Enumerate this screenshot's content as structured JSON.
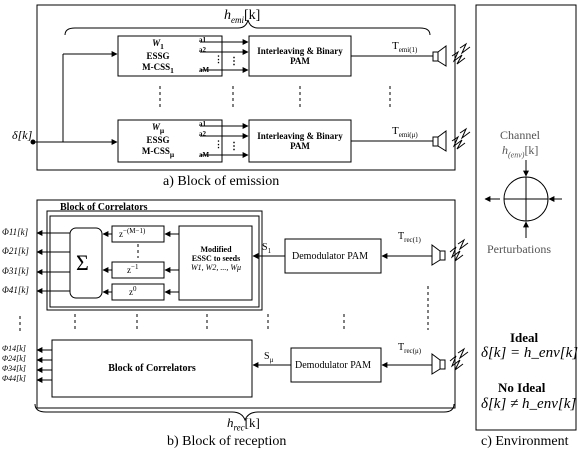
{
  "emission": {
    "h_emi_label": "h",
    "h_emi_sub": "emi",
    "h_emi_arg": "[k]",
    "input_label": "δ[k]",
    "essg_top": {
      "w": "W",
      "w_sub": "1",
      "line2": "ESSG",
      "line3": "M-CSS",
      "line3_sub": "1"
    },
    "essg_bot": {
      "w": "W",
      "w_sub": "μ",
      "line2": "ESSG",
      "line3": "M-CSS",
      "line3_sub": "μ"
    },
    "a_labels": [
      "a1",
      "a2",
      "aM"
    ],
    "interleave_top": "Interleaving & Binary PAM",
    "interleave_bot": "Interleaving & Binary PAM",
    "t_emi_1": "T",
    "t_emi_1_sub": "emi(1)",
    "t_emi_mu": "T",
    "t_emi_mu_sub": "emi(μ)",
    "caption": "a) Block of emission"
  },
  "reception": {
    "block_title": "Block of Correlators",
    "sigma": "Σ",
    "delays": [
      "z^-(M-1)",
      "z^-1",
      "z^0"
    ],
    "modified_line1": "Modified",
    "modified_line2": "ESSC to seeds",
    "modified_line3": "W1, W2, ..., Wμ",
    "s1": "S",
    "s1_sub": "1",
    "smu": "S",
    "smu_sub": "μ",
    "demod_top": "Demodulator PAM",
    "demod_bot": "Demodulator PAM",
    "block_bottom": "Block of Correlators",
    "t_rec_1": "T",
    "t_rec_1_sub": "rec(1)",
    "t_rec_mu": "T",
    "t_rec_mu_sub": "rec(μ)",
    "phi_top": [
      "Φ11[k]",
      "Φ21[k]",
      "Φ31[k]",
      "Φ41[k]"
    ],
    "phi_bot": [
      "Φ14[k]",
      "Φ24[k]",
      "Φ34[k]",
      "Φ44[k]"
    ],
    "h_rec_label": "h",
    "h_rec_sub": "rec",
    "h_rec_arg": "[k]",
    "caption": "b) Block of reception"
  },
  "environment": {
    "channel": "Channel",
    "channel_h": "h",
    "channel_h_sub": "(env)",
    "channel_h_arg": "[k]",
    "perturbations": "Perturbations",
    "ideal": "Ideal",
    "ideal_eq": "δ[k] = h_env[k]",
    "no_ideal": "No Ideal",
    "no_ideal_eq": "δ[k] ≠ h_env[k]",
    "caption": "c) Environment"
  }
}
